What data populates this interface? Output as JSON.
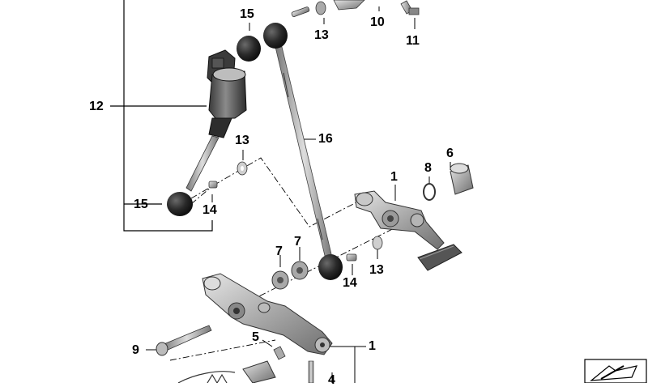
{
  "callouts": {
    "c15_top": "15",
    "c13_top": "13",
    "c10": "10",
    "c11": "11",
    "c12": "12",
    "c16": "16",
    "c13_mid": "13",
    "c6": "6",
    "c8": "8",
    "c1_upper": "1",
    "c15_bot": "15",
    "c14_left": "14",
    "c7_a": "7",
    "c7_b": "7",
    "c14_right": "14",
    "c13_right": "13",
    "c9": "9",
    "c5": "5",
    "c1_lower": "1",
    "c4": "4"
  },
  "colors": {
    "line": "#000000",
    "metal_light": "#cfcfcf",
    "metal_mid": "#9a9a9a",
    "metal_dark": "#5a5a5a",
    "rubber": "#2a2a2a"
  }
}
